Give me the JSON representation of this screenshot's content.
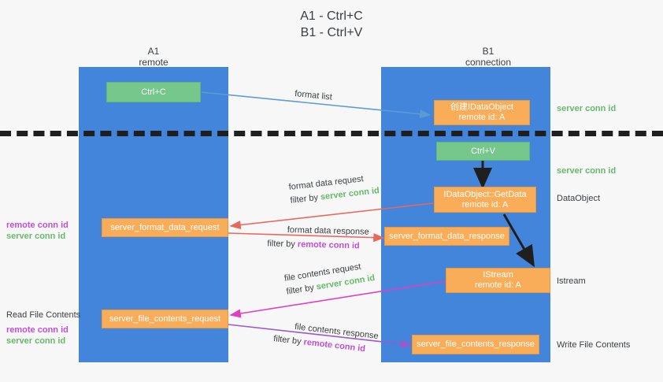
{
  "title": {
    "line1": "A1 - Ctrl+C",
    "line2": "B1 - Ctrl+V"
  },
  "columns": [
    {
      "name": "A1",
      "sub": "remote"
    },
    {
      "name": "B1",
      "sub": "connection"
    }
  ],
  "boxes": {
    "ctrl_c": "Ctrl+C",
    "ctrl_v": "Ctrl+V",
    "idataobject_create_l1": "创建IDataObject",
    "idataobject_create_l2": "remote id: A",
    "getdata_l1": "IDataObject::GetData",
    "getdata_l2": "remote id: A",
    "istream_l1": "IStream",
    "istream_l2": "remote id: A",
    "server_format_data_request": "server_format_data_request",
    "server_format_data_response": "server_format_data_response",
    "server_file_contents_request": "server_file_contents_request",
    "server_file_contents_response": "server_file_contents_response"
  },
  "edges": {
    "format_list": "format list",
    "format_data_request": "format data request",
    "format_data_response": "format data response",
    "file_contents_request": "file contents request",
    "file_contents_response": "file contents response",
    "filter_by": "filter by",
    "server_conn_id": "server conn id",
    "remote_conn_id": "remote conn id"
  },
  "right_notes": {
    "server_conn_id_top": "server conn id",
    "server_conn_id_mid": "server conn id",
    "dataobject": "DataObject",
    "istream": "Istream",
    "write_file_contents": "Write File Contents"
  },
  "left_notes": {
    "remote_conn_id_1": "remote conn id",
    "server_conn_id_1": "server conn id",
    "read_file_contents": "Read File Contents",
    "remote_conn_id_2": "remote conn id",
    "server_conn_id_2": "server conn id"
  },
  "colors": {
    "lane": "#4285db",
    "green_box": "#76c78c",
    "orange_box": "#f9ad58",
    "green_text": "#66bb6a",
    "purple_text": "#c14fd6",
    "blue_arrow": "#5b9bd5",
    "red_arrow": "#e8685d",
    "magenta_arrow": "#e040c0",
    "purple_arrow": "#9b59d0",
    "black_arrow": "#1f1f1f",
    "background": "#f7f7f7"
  }
}
